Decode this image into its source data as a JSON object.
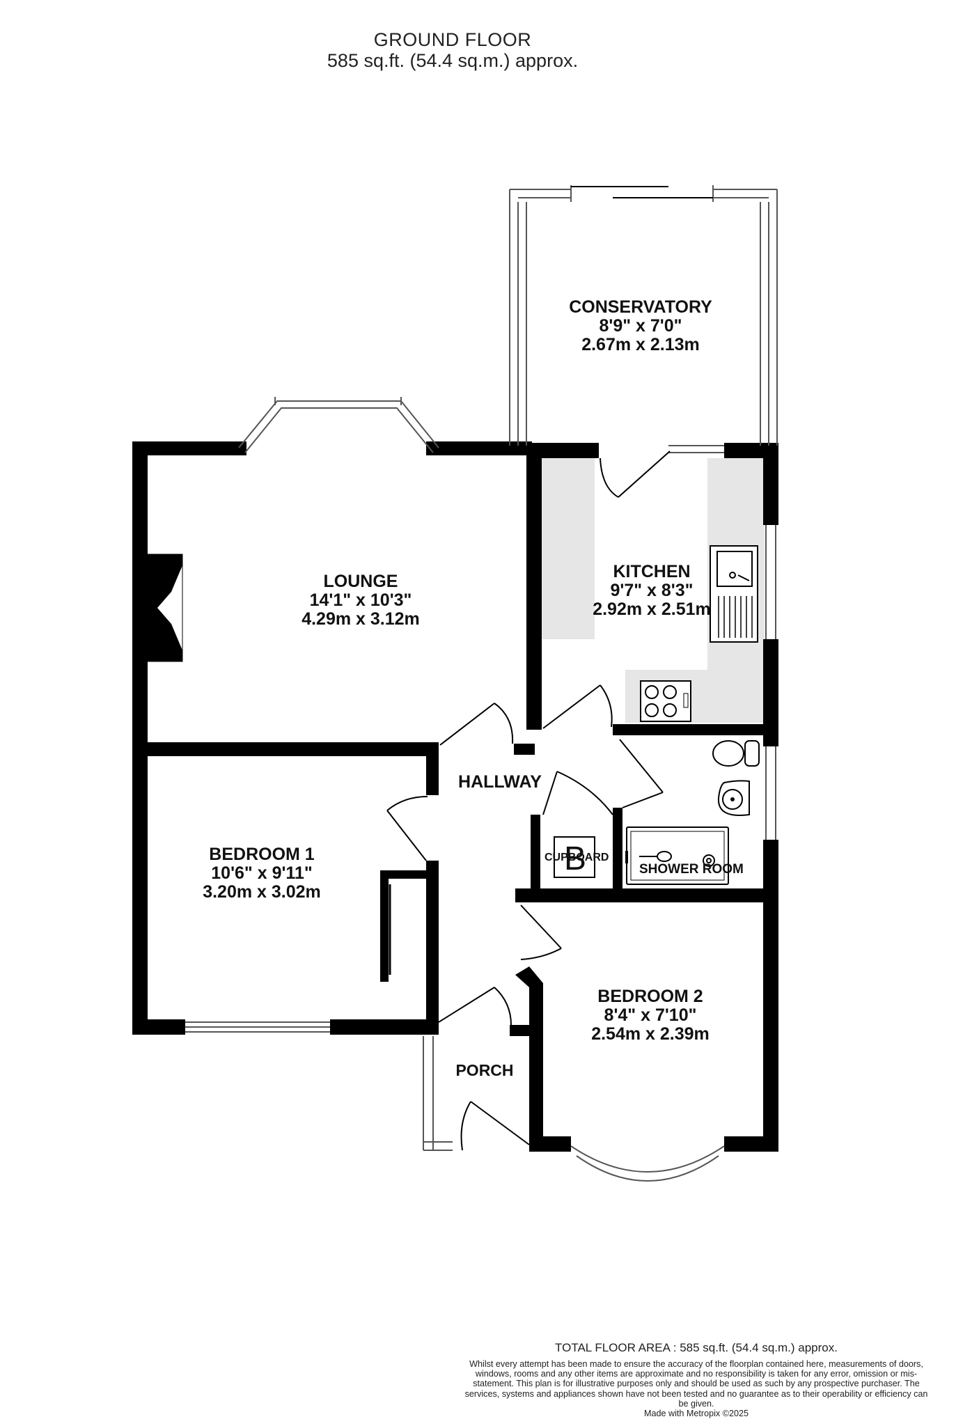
{
  "header": {
    "floor_name": "GROUND FLOOR",
    "floor_area": "585 sq.ft. (54.4 sq.m.) approx."
  },
  "rooms": {
    "conservatory": {
      "name": "CONSERVATORY",
      "imperial": "8'9\"  x 7'0\"",
      "metric": "2.67m  x 2.13m"
    },
    "lounge": {
      "name": "LOUNGE",
      "imperial": "14'1\"  x 10'3\"",
      "metric": "4.29m  x 3.12m"
    },
    "kitchen": {
      "name": "KITCHEN",
      "imperial": "9'7\"  x 8'3\"",
      "metric": "2.92m  x 2.51m"
    },
    "bedroom1": {
      "name": "BEDROOM 1",
      "imperial": "10'6\"  x 9'11\"",
      "metric": "3.20m  x 3.02m"
    },
    "bedroom2": {
      "name": "BEDROOM 2",
      "imperial": "8'4\"  x 7'10\"",
      "metric": "2.54m  x 2.39m"
    },
    "hallway": {
      "name": "HALLWAY"
    },
    "porch": {
      "name": "PORCH"
    },
    "cupboard": {
      "name": "CUPBOARD"
    },
    "shower_room": {
      "name": "SHOWER ROOM"
    }
  },
  "boiler_symbol": "B",
  "footer": {
    "total_area": "TOTAL FLOOR AREA : 585 sq.ft. (54.4 sq.m.) approx.",
    "disclaimer": "Whilst every attempt has been made to ensure the accuracy of the floorplan contained here, measurements of doors, windows, rooms and any other items are approximate and no responsibility is taken for any error, omission or mis-statement. This plan is for illustrative purposes only and should be used as such by any prospective purchaser. The services, systems and appliances shown have not been tested and no guarantee as to their operability or efficiency can be given.",
    "made_with": "Made with Metropix ©2025"
  },
  "colors": {
    "wall": "#000000",
    "fitted_units": "#e6e6e6",
    "window_frame": "#555555"
  }
}
